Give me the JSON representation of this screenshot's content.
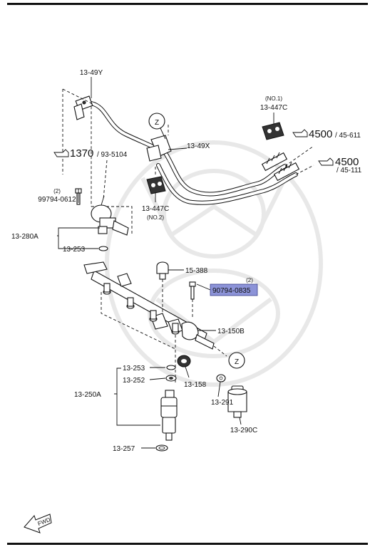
{
  "labels": {
    "p13_49y": "13-49Y",
    "p13_447c_top_note": "(NO.1)",
    "p13_447c_top": "13-447C",
    "ref_4500_45611_a": "4500",
    "ref_4500_45611_b": "/ 45-611",
    "z_top": "Z",
    "p13_49x": "13-49X",
    "ref_4500_45111_a": "4500",
    "ref_4500_45111_b": "/ 45-111",
    "ref_1370_a": "1370",
    "ref_1370_b": "/ 93-5104",
    "qty_2_a": "(2)",
    "p99794_0612": "99794-0612",
    "p13_447c_bot": "13-447C",
    "p13_447c_bot_note": "(NO.2)",
    "p13_280a": "13-280A",
    "p13_253_a": "13-253",
    "p15_388": "15-388",
    "qty_2_b": "(2)",
    "p90794_0835": "90794-0835",
    "p13_150b": "13-150B",
    "z_bottom": "Z",
    "p13_253_b": "13-253",
    "p13_252": "13-252",
    "p13_158": "13-158",
    "p13_250a": "13-250A",
    "p13_291": "13-291",
    "p13_290c": "13-290C",
    "p13_257": "13-257",
    "fwd": "FWD"
  },
  "colors": {
    "highlight": "#8c93d8",
    "rule": "#111111",
    "line": "#111111"
  },
  "icons": [
    "pointing-hand-icon",
    "fwd-arrow-icon"
  ]
}
